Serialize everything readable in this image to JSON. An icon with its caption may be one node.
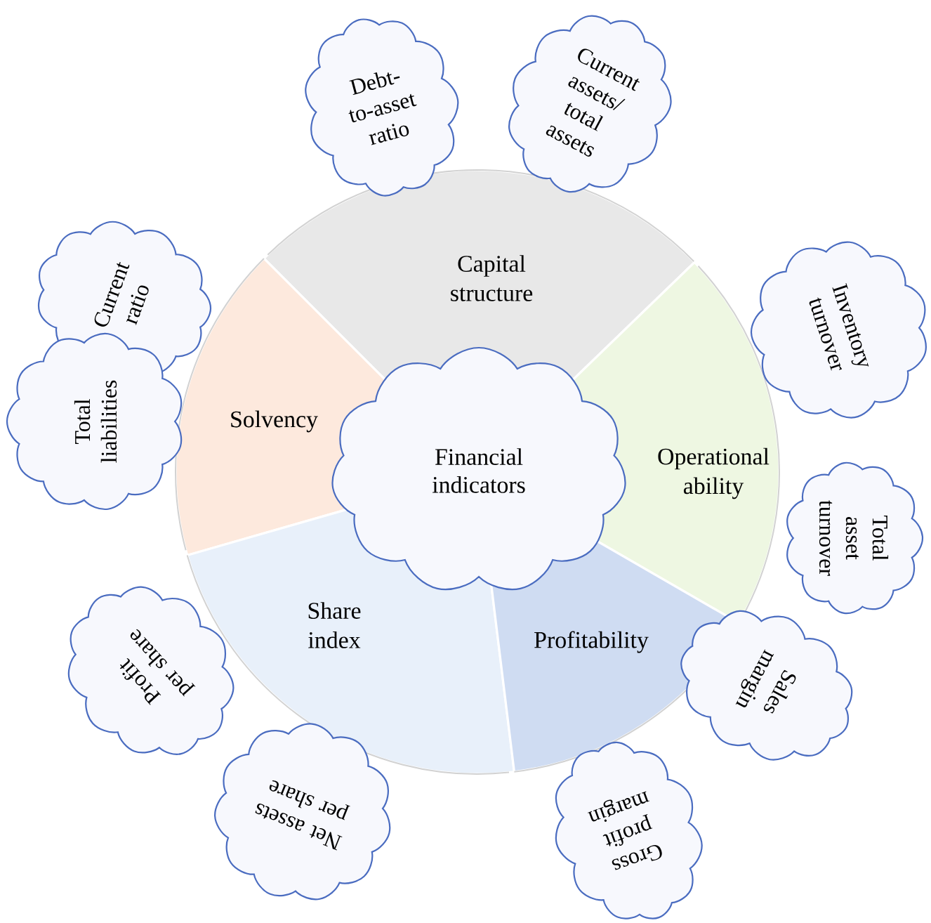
{
  "diagram": {
    "nodes": [
      {
        "text": [
          "Debt-to-asset ratio"
        ]
      },
      {
        "text": [
          "Current assets/ total assets"
        ]
      },
      {
        "text": [
          "Capital structure"
        ]
      },
      {
        "text": [
          "Current ratio"
        ]
      },
      {
        "text": [
          "Inventory turnover"
        ]
      },
      {
        "text": [
          "Total liabilities"
        ]
      },
      {
        "text": [
          "Solvency"
        ]
      },
      {
        "text": [
          "Financial indicators"
        ]
      },
      {
        "text": [
          "Operational ability"
        ]
      },
      {
        "text": [
          "Total asset turnover"
        ]
      },
      {
        "text": [
          "Share index"
        ]
      },
      {
        "text": [
          "Profitability"
        ]
      },
      {
        "text": [
          "Profit per share"
        ]
      },
      {
        "text": [
          "Sales margin"
        ]
      },
      {
        "text": [
          "Net assets per share"
        ]
      },
      {
        "text": [
          "Gross profit margin"
        ]
      }
    ]
  }
}
